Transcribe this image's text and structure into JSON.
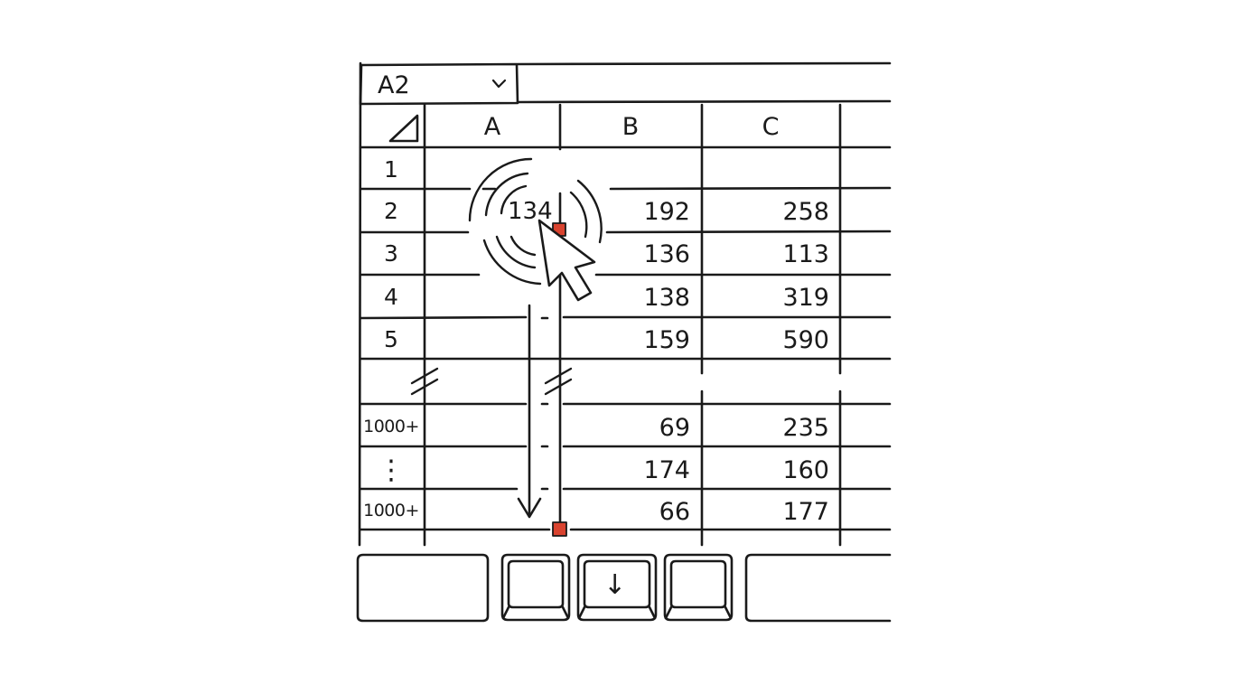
{
  "name_box": {
    "value": "A2",
    "dropdown_icon": "chevron-down-icon"
  },
  "formula_bar": {
    "value": ""
  },
  "columns": [
    "A",
    "B",
    "C"
  ],
  "select_all_icon": "triangle-corner-icon",
  "rows": [
    {
      "label": "1",
      "cells": [
        "",
        "",
        ""
      ]
    },
    {
      "label": "2",
      "cells": [
        "134",
        "192",
        "258"
      ]
    },
    {
      "label": "3",
      "cells": [
        "",
        "136",
        "113"
      ]
    },
    {
      "label": "4",
      "cells": [
        "",
        "138",
        "319"
      ]
    },
    {
      "label": "5",
      "cells": [
        "",
        "159",
        "590"
      ]
    },
    {
      "label": "1000+",
      "cells": [
        "",
        "69",
        "235"
      ]
    },
    {
      "label": "⋮",
      "cells": [
        "",
        "174",
        "160"
      ]
    },
    {
      "label": "1000+",
      "cells": [
        "",
        "66",
        "177"
      ]
    }
  ],
  "annotations": {
    "click_ripple": "click-ripple-icon",
    "cursor": "mouse-pointer-icon",
    "drag_arrow": "arrow-down-icon",
    "fill_handle_color": "#d9432f",
    "row_break": "break-squiggle-icon"
  },
  "keyboard": {
    "keys": [
      "",
      "",
      "↓",
      "",
      ""
    ],
    "key_icons": [
      "",
      "",
      "arrow-down-icon",
      "",
      ""
    ]
  }
}
